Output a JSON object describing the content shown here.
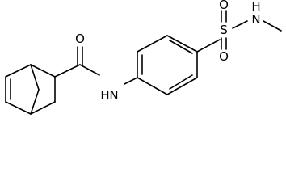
{
  "molecule": {
    "atoms": {
      "carbonyl_oxygen": "O",
      "amide_nitrogen": "N",
      "amide_hydrogen": "H",
      "sulfur": "S",
      "sulfonyl_oxygen_top": "O",
      "sulfonyl_oxygen_bottom": "O",
      "sulfonamide_nitrogen": "N",
      "sulfonamide_hydrogen": "H"
    }
  }
}
